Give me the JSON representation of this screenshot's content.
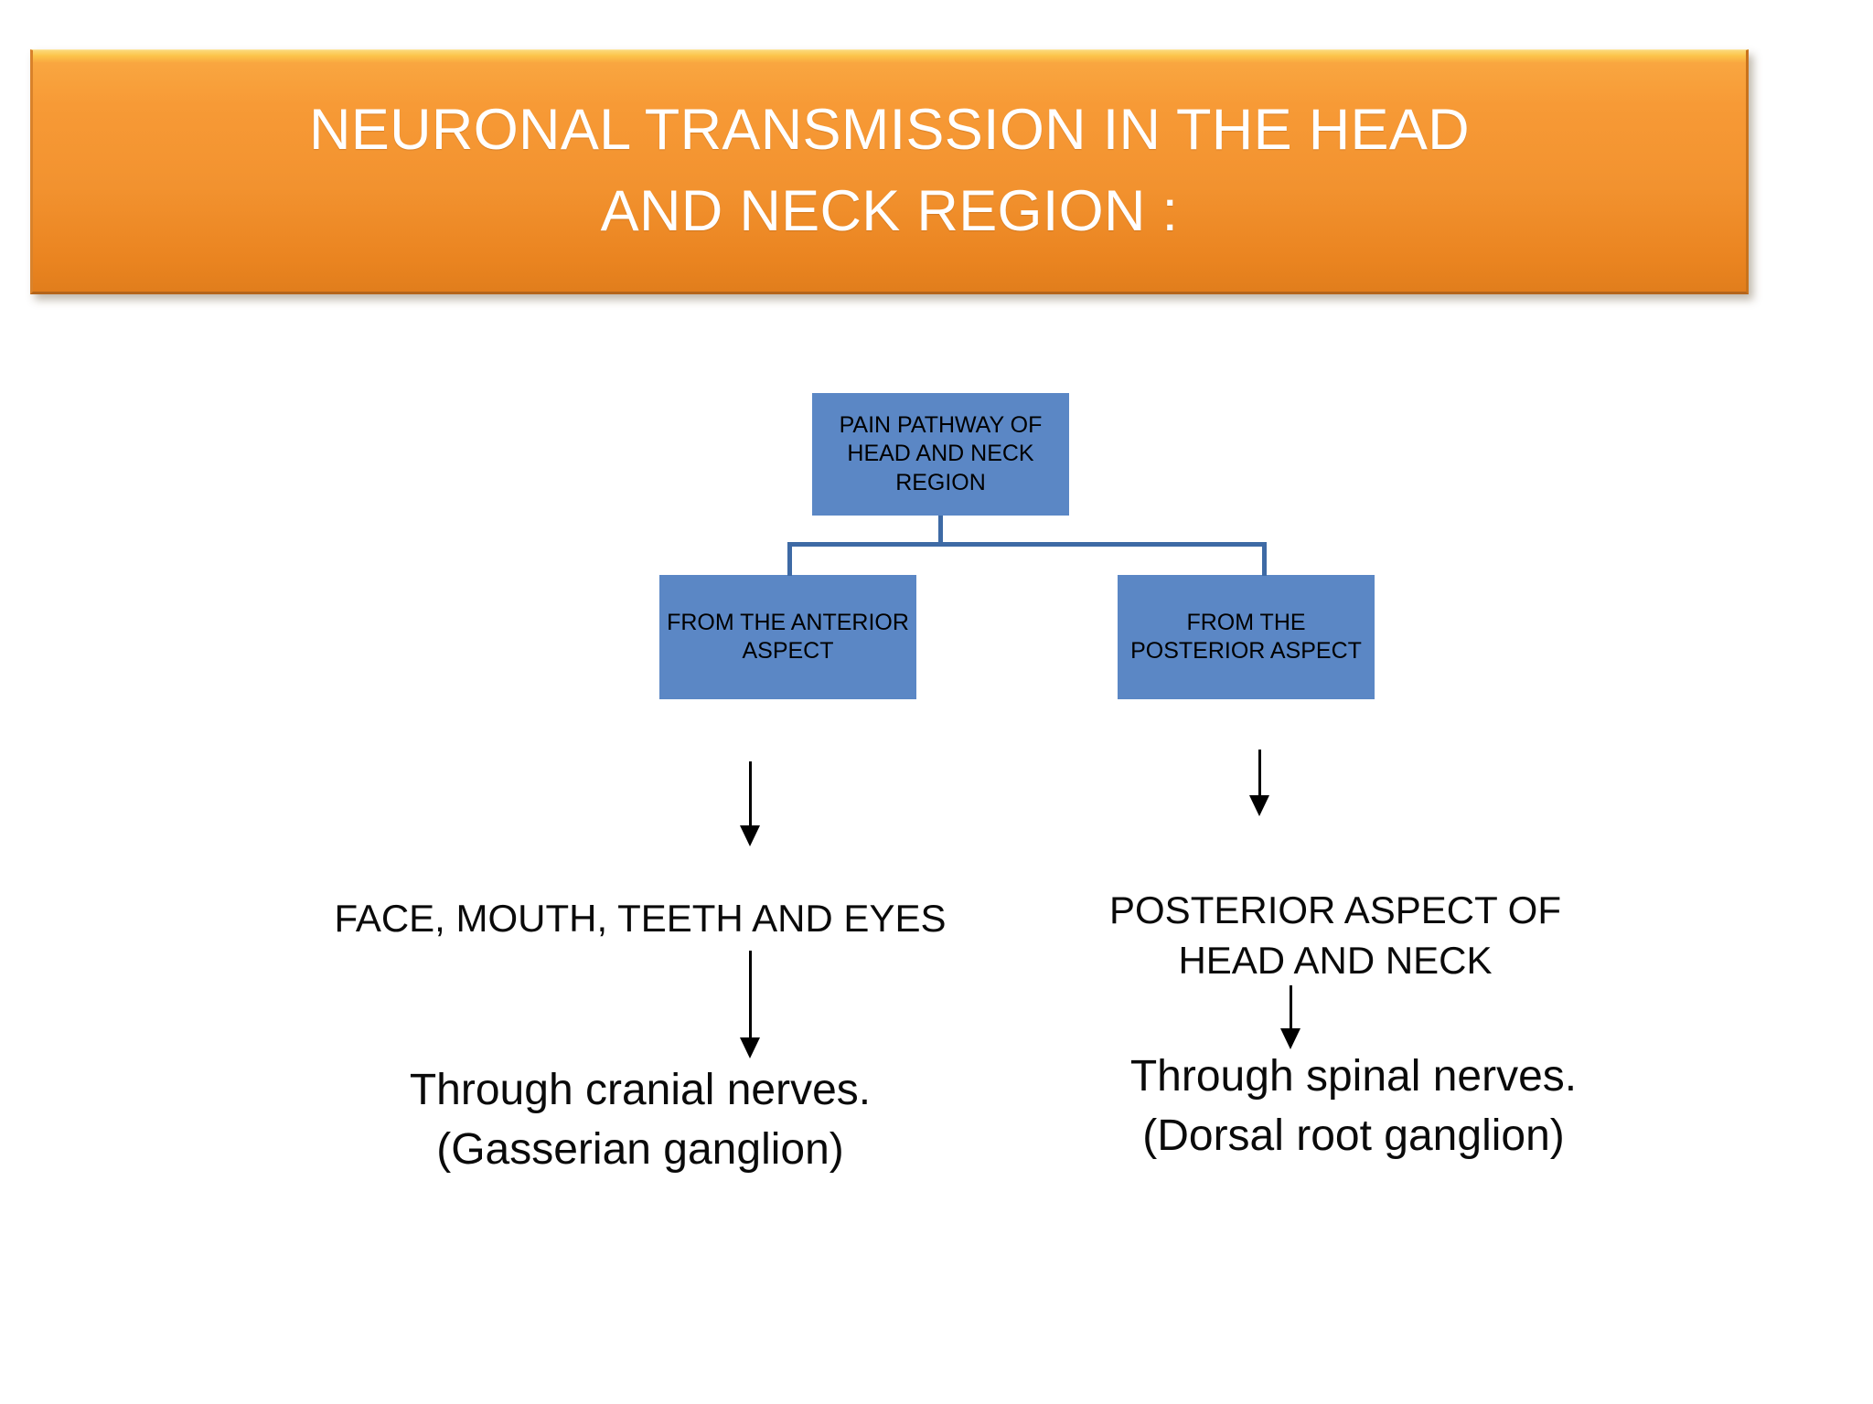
{
  "slide": {
    "background_color": "#ffffff",
    "title_banner": {
      "line1": "NEURONAL TRANSMISSION IN THE HEAD",
      "line2": "AND NECK REGION :",
      "fill_color_top": "#f9a640",
      "fill_color_bottom": "#e07d1c",
      "highlight_color": "#fbd97a",
      "text_color": "#ffffff"
    },
    "flowchart": {
      "node_fill_color": "#5b87c5",
      "node_text_color": "#000000",
      "connector_color": "#3e6aa5",
      "arrow_color": "#000000",
      "nodes": [
        {
          "id": "root",
          "label": "PAIN PATHWAY OF HEAD AND NECK REGION"
        },
        {
          "id": "left",
          "label": "FROM THE ANTERIOR ASPECT"
        },
        {
          "id": "right",
          "label": "FROM THE POSTERIOR ASPECT"
        }
      ],
      "branches": [
        {
          "side": "left",
          "middle_label": "FACE, MOUTH, TEETH AND EYES",
          "bottom_label": "Through cranial nerves.\n(Gasserian ganglion)"
        },
        {
          "side": "right",
          "middle_label": "POSTERIOR ASPECT OF\n HEAD AND NECK",
          "bottom_label": "Through spinal nerves.\n(Dorsal root ganglion)"
        }
      ]
    }
  }
}
